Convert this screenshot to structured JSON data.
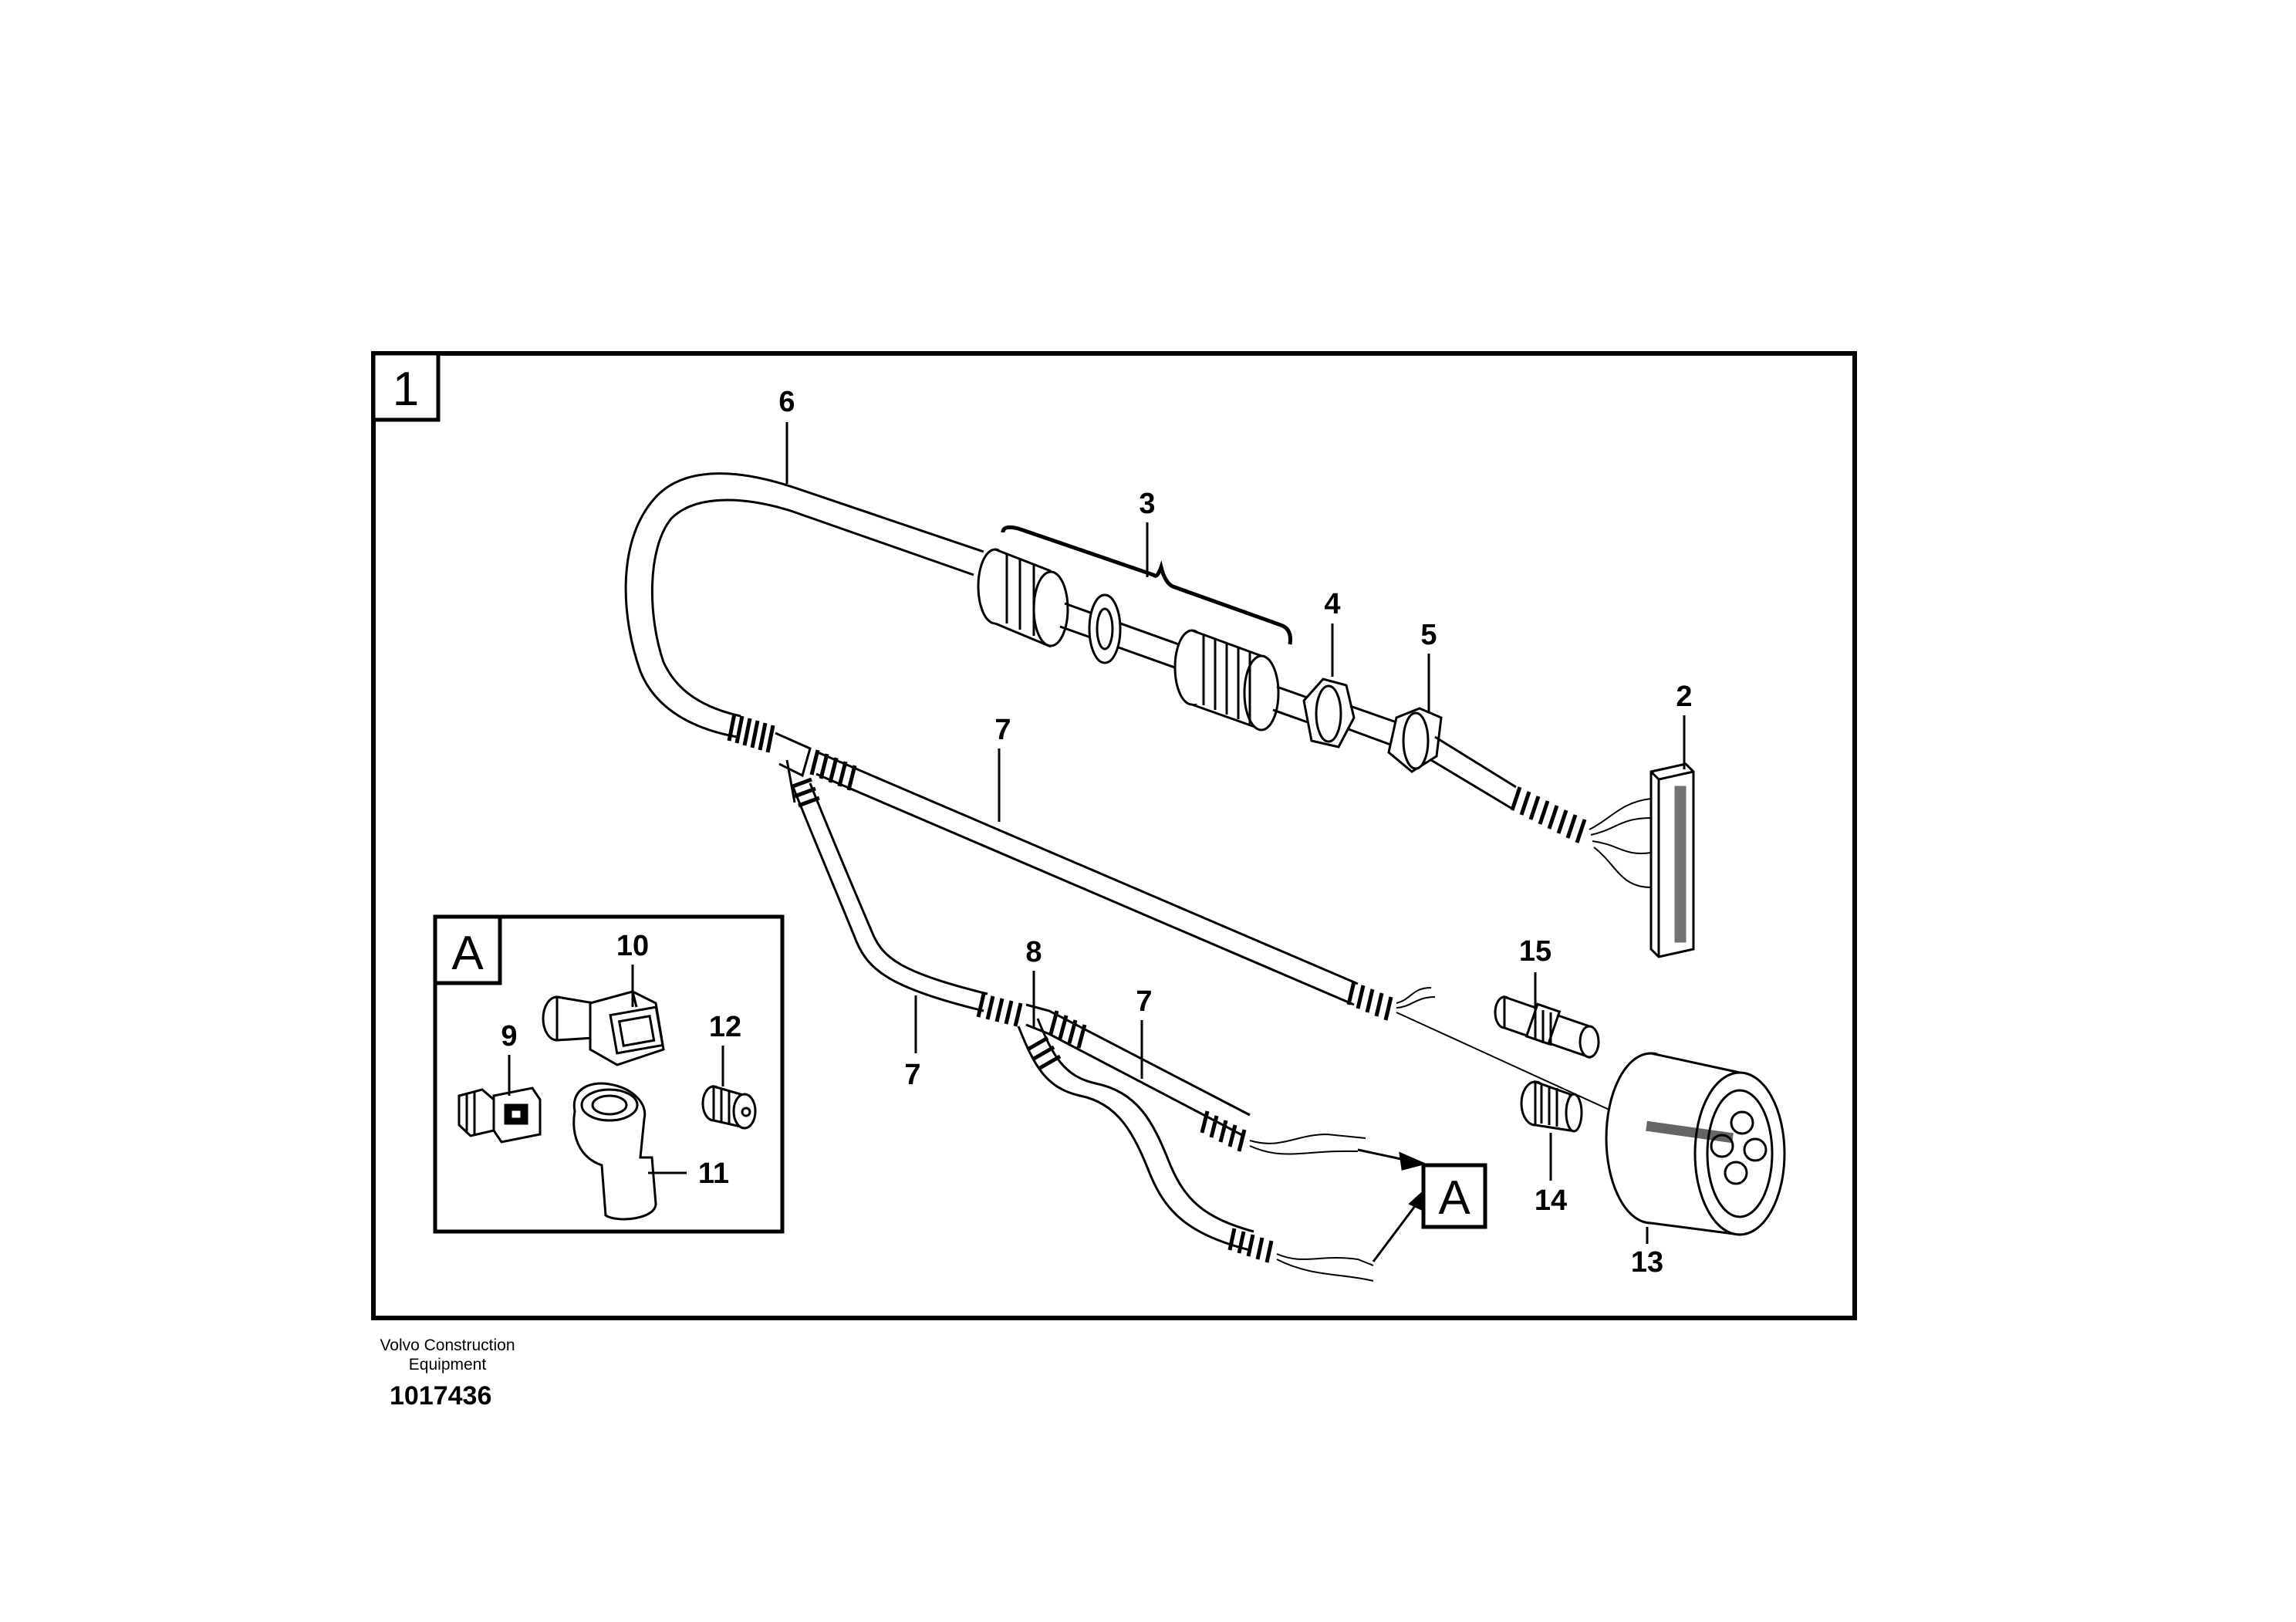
{
  "figure": {
    "sheet_tag": "1",
    "detail_tag": "A",
    "detail_ref_tag": "A",
    "callouts": {
      "c2": "2",
      "c3": "3",
      "c4": "4",
      "c5": "5",
      "c6": "6",
      "c7a": "7",
      "c7b": "7",
      "c7c": "7",
      "c8": "8",
      "c9": "9",
      "c10": "10",
      "c11": "11",
      "c12": "12",
      "c13": "13",
      "c14": "14",
      "c15": "15"
    }
  },
  "footer": {
    "company_line1": "Volvo Construction",
    "company_line2": "Equipment",
    "drawing_number": "1017436"
  }
}
